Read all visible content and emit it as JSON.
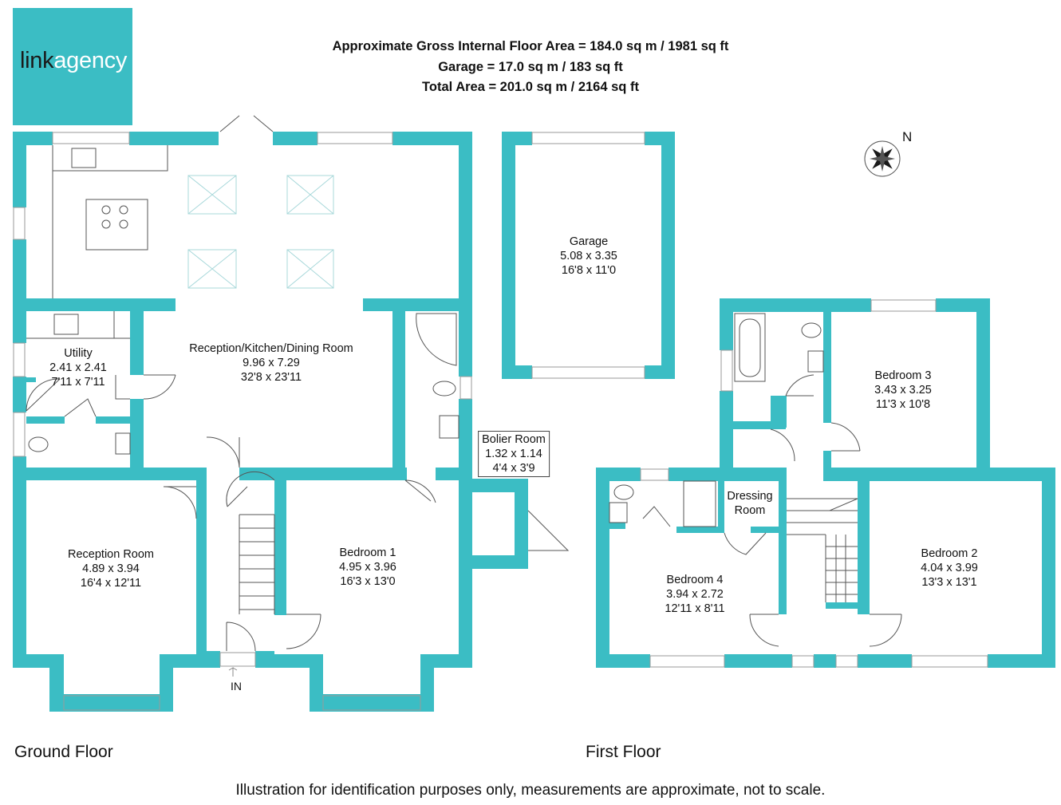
{
  "brand": {
    "name_light": "link",
    "name_bold": "agency",
    "color": "#3bbdc4"
  },
  "areas": {
    "gross": "Approximate Gross Internal Floor Area  = 184.0 sq m  / 1981 sq ft",
    "garage": "Garage  = 17.0 sq m  / 183 sq ft",
    "total": "Total Area  = 201.0 sq m  / 2164 sq ft"
  },
  "floors": {
    "ground": "Ground Floor",
    "first": "First Floor"
  },
  "rooms": {
    "kitchen": {
      "name": "Reception/Kitchen/Dining Room",
      "metric": "9.96 x 7.29",
      "imperial": "32'8 x 23'11"
    },
    "utility": {
      "name": "Utility",
      "metric": "2.41 x 2.41",
      "imperial": "7'11 x 7'11"
    },
    "garage": {
      "name": "Garage",
      "metric": "5.08 x 3.35",
      "imperial": "16'8 x 11'0"
    },
    "boiler": {
      "name": "Bolier Room",
      "metric": "1.32 x 1.14",
      "imperial": "4'4 x 3'9"
    },
    "reception": {
      "name": "Reception Room",
      "metric": "4.89 x 3.94",
      "imperial": "16'4 x 12'11"
    },
    "bedroom1": {
      "name": "Bedroom 1",
      "metric": "4.95 x 3.96",
      "imperial": "16'3 x 13'0"
    },
    "bedroom2": {
      "name": "Bedroom 2",
      "metric": "4.04 x 3.99",
      "imperial": "13'3 x 13'1"
    },
    "bedroom3": {
      "name": "Bedroom 3",
      "metric": "3.43 x 3.25",
      "imperial": "11'3 x 10'8"
    },
    "bedroom4": {
      "name": "Bedroom 4",
      "metric": "3.94 x 2.72",
      "imperial": "12'11 x 8'11"
    },
    "dressing": {
      "name_line1": "Dressing",
      "name_line2": "Room"
    }
  },
  "entrance": "IN",
  "compass": "N",
  "footer": "Illustration for identification purposes only, measurements are approximate, not to scale."
}
